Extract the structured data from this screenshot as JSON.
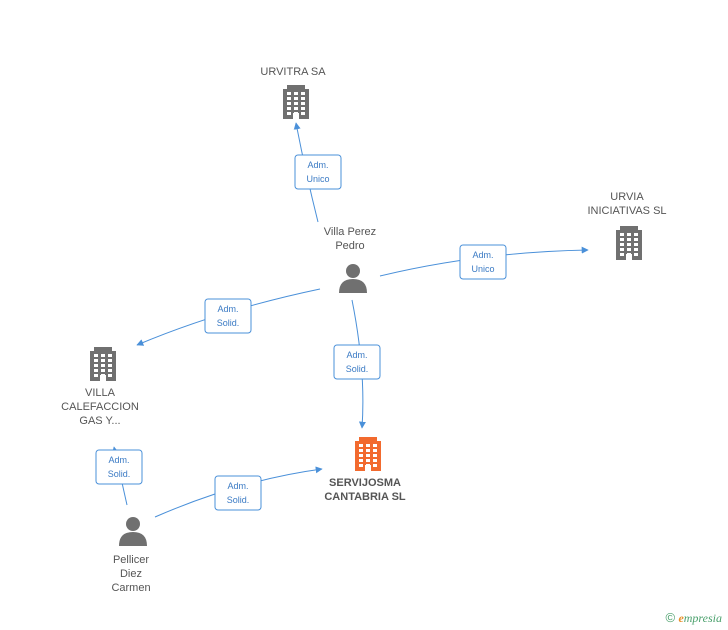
{
  "nodes": [
    {
      "id": "urvitra",
      "type": "company",
      "label": [
        "URVITRA SA"
      ],
      "highlight": false
    },
    {
      "id": "urvia",
      "type": "company",
      "label": [
        "URVIA",
        "INICIATIVAS  SL"
      ],
      "highlight": false
    },
    {
      "id": "villa_pedro",
      "type": "person",
      "label": [
        "Villa Perez",
        "Pedro"
      ],
      "highlight": false
    },
    {
      "id": "villa_cal",
      "type": "company",
      "label": [
        "VILLA",
        "CALEFACCION",
        "GAS Y..."
      ],
      "highlight": false
    },
    {
      "id": "servijosma",
      "type": "company",
      "label": [
        "SERVIJOSMA",
        "CANTABRIA SL"
      ],
      "highlight": true
    },
    {
      "id": "pellicer",
      "type": "person",
      "label": [
        "Pellicer",
        "Diez",
        "Carmen"
      ],
      "highlight": false
    }
  ],
  "edges": [
    {
      "from": "villa_pedro",
      "to": "urvitra",
      "label": [
        "Adm.",
        "Unico"
      ]
    },
    {
      "from": "villa_pedro",
      "to": "urvia",
      "label": [
        "Adm.",
        "Unico"
      ]
    },
    {
      "from": "villa_pedro",
      "to": "villa_cal",
      "label": [
        "Adm.",
        "Solid."
      ]
    },
    {
      "from": "villa_pedro",
      "to": "servijosma",
      "label": [
        "Adm.",
        "Solid."
      ]
    },
    {
      "from": "pellicer",
      "to": "villa_cal",
      "label": [
        "Adm.",
        "Solid."
      ]
    },
    {
      "from": "pellicer",
      "to": "servijosma",
      "label": [
        "Adm.",
        "Solid."
      ]
    }
  ],
  "colors": {
    "edge": "#4a90d9",
    "company": "#707070",
    "highlight": "#f26a2e",
    "person": "#707070"
  },
  "footer": {
    "copyright": "©",
    "brand_e": "e",
    "brand_rest": "mpresia"
  }
}
